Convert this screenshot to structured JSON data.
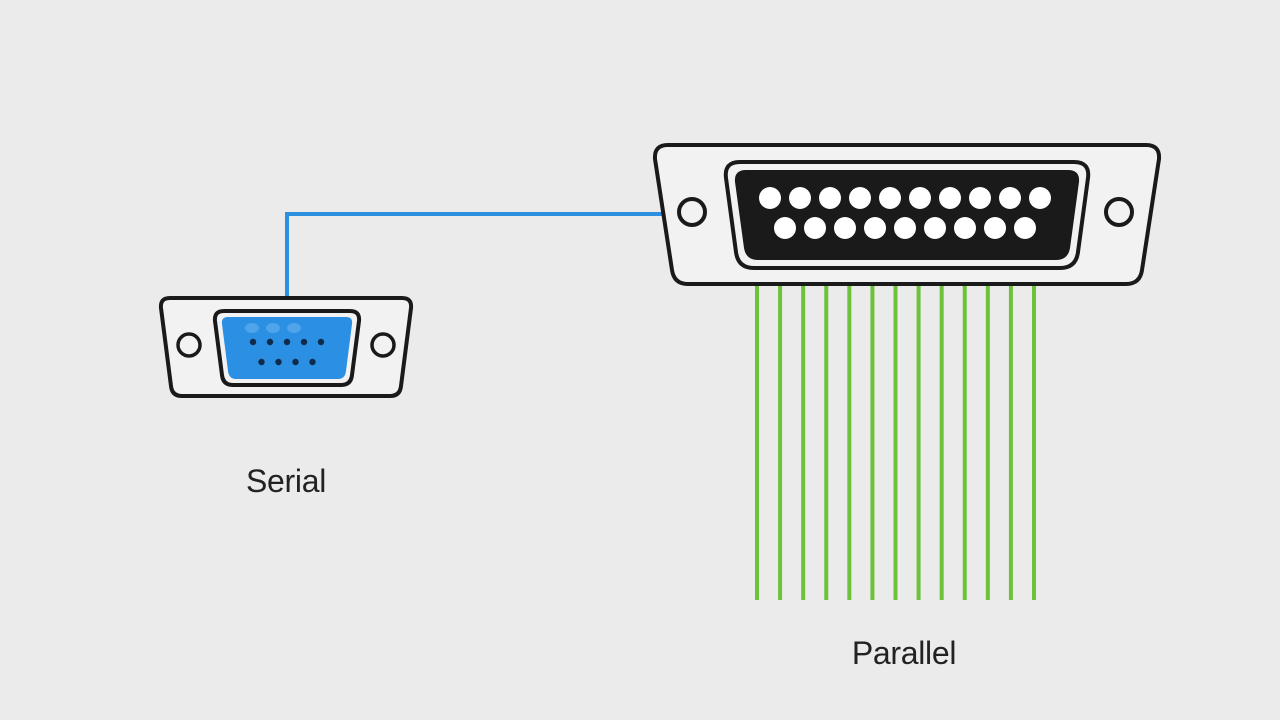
{
  "labels": {
    "serial": "Serial",
    "parallel": "Parallel"
  },
  "connectors": {
    "serial": {
      "rows": [
        5,
        4
      ],
      "face_color": "#2b8fe3",
      "pin_color": "#0f2a4a"
    },
    "parallel": {
      "rows": [
        10,
        9
      ],
      "face_color": "#1a1a1a",
      "pin_color": "#ffffff"
    }
  },
  "lines": {
    "serial_wire": {
      "color": "#2d8fe0",
      "count": 1
    },
    "parallel_wires": {
      "color": "#6cc23a",
      "count": 13
    }
  },
  "colors": {
    "background": "#ebebeb",
    "shell_fill": "#f2f2f2",
    "outline": "#1a1a1a"
  }
}
